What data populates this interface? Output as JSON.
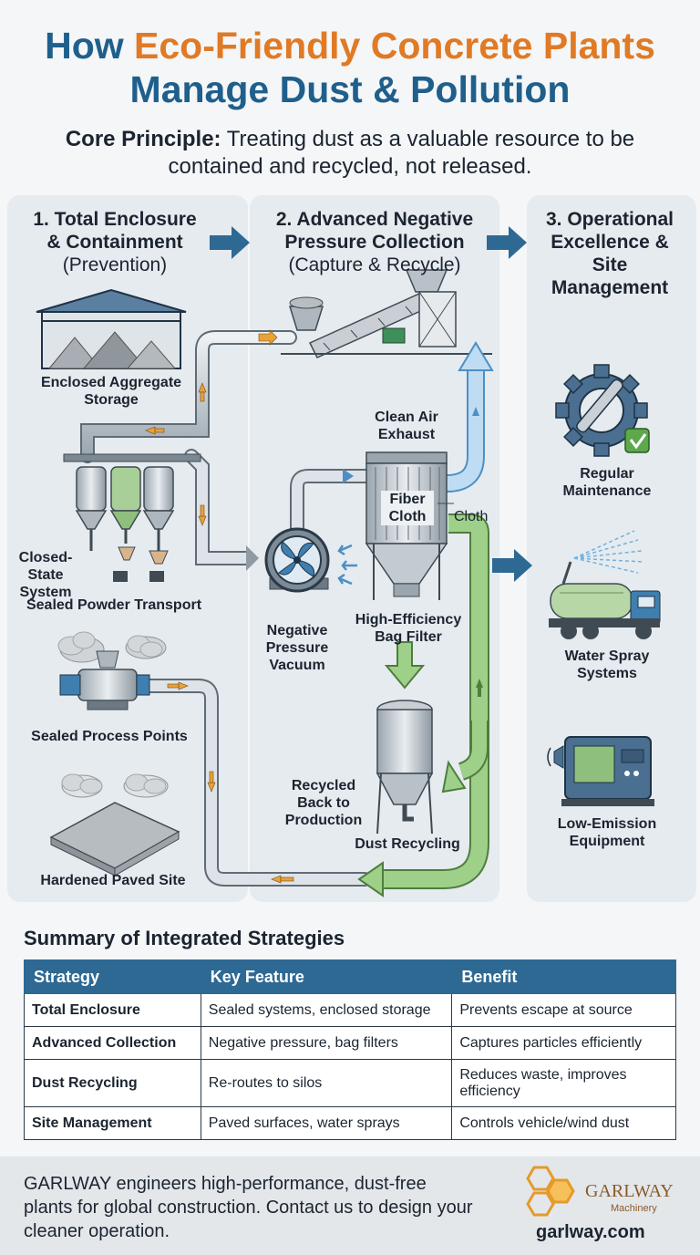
{
  "title": {
    "prefix": "How ",
    "accent": "Eco-Friendly Concrete Plants",
    "line2": "Manage Dust & Pollution"
  },
  "principle": {
    "label": "Core Principle:",
    "text": " Treating dust as a valuable resource to be contained and recycled, not released."
  },
  "columns": [
    {
      "title": "1. Total Enclosure & Containment",
      "sub": "(Prevention)"
    },
    {
      "title": "2. Advanced Negative Pressure Collection",
      "sub": "(Capture & Recycle)"
    },
    {
      "title": "3. Operational Excellence & Site Management",
      "sub": ""
    }
  ],
  "labels": {
    "aggregate_storage": "Enclosed Aggregate Storage",
    "closed_state": "Closed-State System",
    "sealed_powder": "Sealed Powder Transport",
    "sealed_points": "Sealed Process Points",
    "paved_site": "Hardened Paved Site",
    "clean_air": "Clean Air Exhaust",
    "fiber_cloth": "Fiber Cloth",
    "cloth": "Cloth",
    "vacuum": "Negative Pressure Vacuum",
    "bag_filter": "High-Efficiency Bag Filter",
    "recycled": "Recycled Back to Production",
    "dust_recycling": "Dust Recycling",
    "maintenance": "Regular Maintenance",
    "water_spray": "Water Spray Systems",
    "low_emission": "Low-Emission Equipment"
  },
  "summary": {
    "title": "Summary of Integrated Strategies",
    "headers": [
      "Strategy",
      "Key Feature",
      "Benefit"
    ],
    "rows": [
      [
        "Total Enclosure",
        "Sealed systems, enclosed storage",
        "Prevents escape at source"
      ],
      [
        "Advanced Collection",
        "Negative pressure, bag filters",
        "Captures particles efficiently"
      ],
      [
        "Dust Recycling",
        "Re-routes to silos",
        "Reduces waste, improves efficiency"
      ],
      [
        "Site Management",
        "Paved surfaces, water sprays",
        "Controls vehicle/wind dust"
      ]
    ]
  },
  "footer": {
    "text": "GARLWAY engineers high-performance, dust-free plants for global construction. Contact us to design your cleaner operation.",
    "brand": "GARLWAY",
    "brand_sub": "Machinery",
    "url": "garlway.com"
  },
  "colors": {
    "title_blue": "#1f5f8b",
    "accent_orange": "#e07a25",
    "green_flow": "#7fba6e",
    "table_header": "#2e6994"
  }
}
